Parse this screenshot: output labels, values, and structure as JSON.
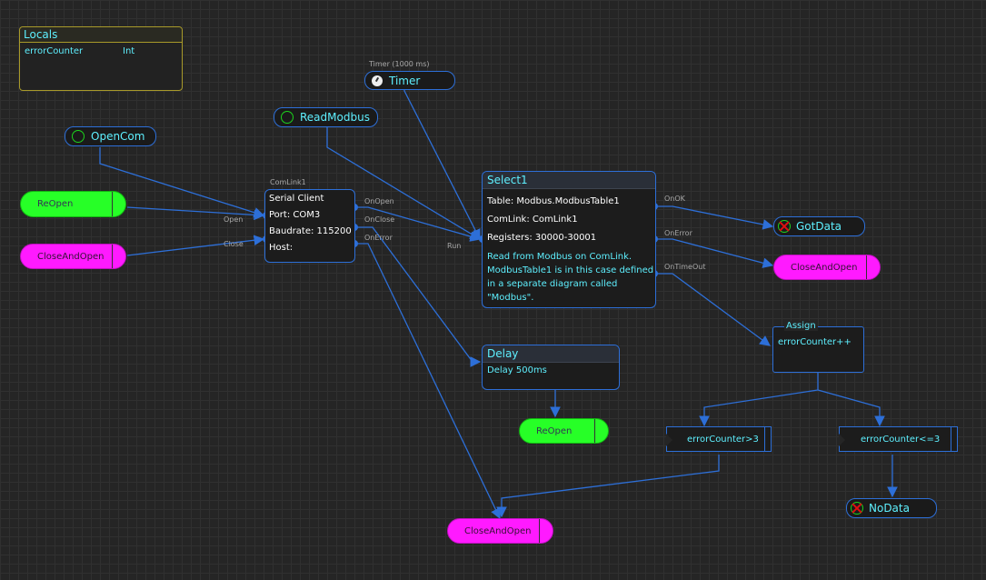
{
  "locals": {
    "title": "Locals",
    "variable": "errorCounter",
    "type": "Int"
  },
  "timer": {
    "caption": "Timer (1000 ms)",
    "label": "Timer"
  },
  "open_com": {
    "label": "OpenCom"
  },
  "read_modbus": {
    "label": "ReadModbus"
  },
  "reopen_1": {
    "label": "ReOpen"
  },
  "close_and_open_1": {
    "label": "CloseAndOpen"
  },
  "comlink": {
    "caption": "ComLink1",
    "title": "Serial Client",
    "port": "Port: COM3",
    "baudrate": "Baudrate: 115200",
    "host": "Host:",
    "in_open": "Open",
    "in_close": "Close",
    "out_onopen": "OnOpen",
    "out_onclose": "OnClose",
    "out_onerror": "OnError"
  },
  "select1": {
    "title": "Select1",
    "table": "Table: Modbus.ModbusTable1",
    "comlink": "ComLink: ComLink1",
    "registers": "Registers: 30000-30001",
    "desc1": "Read from Modbus on ComLink.",
    "desc2": "ModbusTable1 is in this case defined",
    "desc3": "in a separate diagram called",
    "desc4": "\"Modbus\".",
    "in_run": "Run",
    "out_onok": "OnOK",
    "out_onerror": "OnError",
    "out_ontimeout": "OnTimeOut"
  },
  "got_data": {
    "label": "GotData"
  },
  "close_and_open_2": {
    "label": "CloseAndOpen"
  },
  "delay": {
    "title": "Delay",
    "value": "Delay 500ms"
  },
  "reopen_2": {
    "label": "ReOpen"
  },
  "assign": {
    "title": "Assign",
    "expr": "errorCounter++"
  },
  "cond_gt": {
    "label": "errorCounter>3"
  },
  "cond_le": {
    "label": "errorCounter<=3"
  },
  "close_and_open_3": {
    "label": "CloseAndOpen"
  },
  "no_data": {
    "label": "NoData"
  },
  "colors": {
    "wire": "#2d6fd8",
    "text_cyan": "#5ef0ff",
    "green": "#27ff27",
    "magenta": "#ff1aff",
    "locals_border": "#a89a2a"
  }
}
